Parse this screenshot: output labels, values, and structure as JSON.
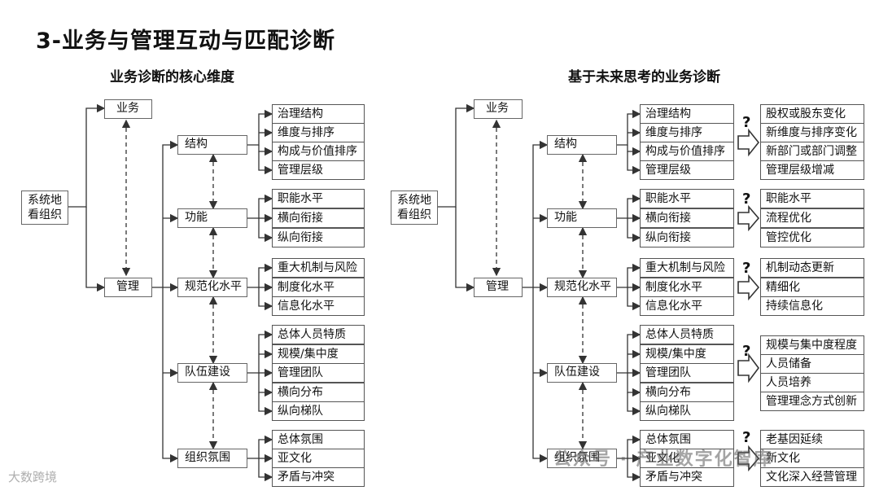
{
  "title": "3-业务与管理互动与匹配诊断",
  "left": {
    "subtitle": "业务诊断的核心维度",
    "root": [
      "系统地",
      "看组织"
    ],
    "business": "业务",
    "management": "管理",
    "groups": [
      {
        "label": "结构",
        "items": [
          "治理结构",
          "维度与排序",
          "构成与价值排序",
          "管理层级"
        ]
      },
      {
        "label": "功能",
        "items": [
          "职能水平",
          "横向衔接",
          "纵向衔接"
        ]
      },
      {
        "label": "规范化水平",
        "items": [
          "重大机制与风险",
          "制度化水平",
          "信息化水平"
        ]
      },
      {
        "label": "队伍建设",
        "items": [
          "总体人员特质",
          "规模/集中度",
          "管理团队",
          "横向分布",
          "纵向梯队"
        ]
      },
      {
        "label": "组织氛围",
        "items": [
          "总体氛围",
          "亚文化",
          "矛盾与冲突"
        ]
      }
    ]
  },
  "right": {
    "subtitle": "基于未来思考的业务诊断",
    "root": [
      "系统地",
      "看组织"
    ],
    "business": "业务",
    "management": "管理",
    "question_mark": "?",
    "groups": [
      {
        "label": "结构",
        "items": [
          "治理结构",
          "维度与排序",
          "构成与价值排序",
          "管理层级"
        ],
        "results": [
          "股权或股东变化",
          "新维度与排序变化",
          "新部门或部门调整",
          "管理层级增减"
        ]
      },
      {
        "label": "功能",
        "items": [
          "职能水平",
          "横向衔接",
          "纵向衔接"
        ],
        "results": [
          "职能水平",
          "流程优化",
          "管控优化"
        ]
      },
      {
        "label": "规范化水平",
        "items": [
          "重大机制与风险",
          "制度化水平",
          "信息化水平"
        ],
        "results": [
          "机制动态更新",
          "精细化",
          "持续信息化"
        ]
      },
      {
        "label": "队伍建设",
        "items": [
          "总体人员特质",
          "规模/集中度",
          "管理团队",
          "横向分布",
          "纵向梯队"
        ],
        "results": [
          "规模与集中度程度",
          "人员储备",
          "人员培养",
          "管理理念方式创新"
        ]
      },
      {
        "label": "组织氛围",
        "items": [
          "总体氛围",
          "亚文化",
          "矛盾与冲突"
        ],
        "results": [
          "老基因延续",
          "新文化",
          "文化深入经营管理"
        ]
      }
    ]
  },
  "watermark_left": "大数跨境",
  "watermark_right": "公众号 · 产业数字化智库"
}
